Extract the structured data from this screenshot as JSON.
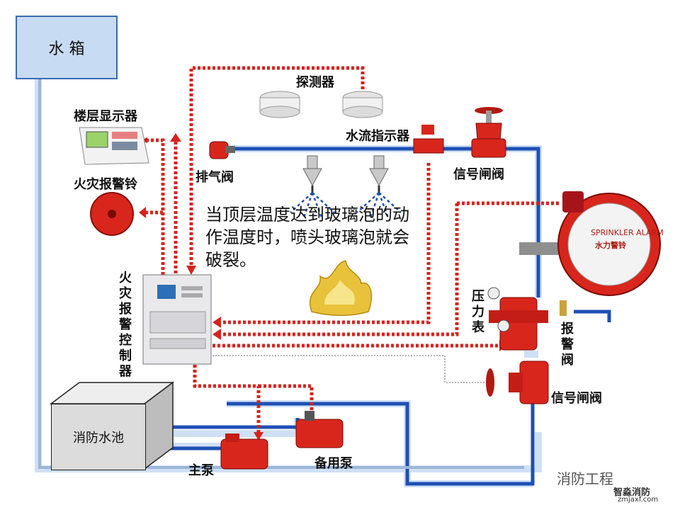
{
  "labels": {
    "water_tank": "水 箱",
    "detectors": "探测器",
    "floor_display": "楼层显示器",
    "fire_bell": "火灾报警铃",
    "flow_indicator": "水流指示器",
    "vent_valve": "排气阀",
    "signal_valve_top": "信号闸阀",
    "fire_controller": "火灾报警控制器",
    "pressure_gauge": "压力表",
    "alarm_valve": "报警阀",
    "signal_valve_bottom": "信号闸阀",
    "fire_pool": "消防水池",
    "main_pump": "主泵",
    "standby_pump": "备用泵",
    "sprinkler_bell_label": "水力警铃",
    "sprinkler_bell_en": "SPRINKLER ALARM"
  },
  "callout": "当顶层温度达到玻璃泡的动作温度时，喷头玻璃泡就会破裂。",
  "watermark": {
    "brand": "消防工程",
    "sub": "智淼消防",
    "site": "zmjaxf.com"
  },
  "colors": {
    "pipe_blue": "#1e4fb4",
    "pipe_light": "#cfe0f5",
    "signal_red": "#d9221c",
    "device_red": "#d8261c",
    "tank_fill": "#c7dbf2"
  }
}
